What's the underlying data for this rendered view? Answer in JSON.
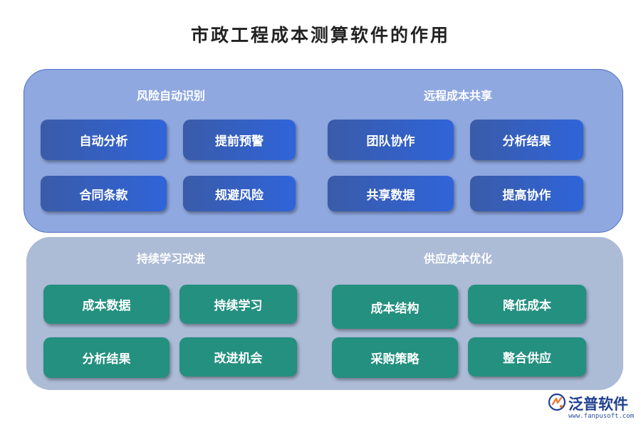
{
  "title": "市政工程成本测算软件的作用",
  "sections": {
    "risk": {
      "title": "风险自动识别",
      "items": [
        "自动分析",
        "提前预警",
        "合同条款",
        "规避风险"
      ]
    },
    "share": {
      "title": "远程成本共享",
      "items": [
        "团队协作",
        "分析结果",
        "共享数据",
        "提高协作"
      ]
    },
    "learn": {
      "title": "持续学习改进",
      "items": [
        "成本数据",
        "持续学习",
        "分析结果",
        "改进机会"
      ]
    },
    "supply": {
      "title": "供应成本优化",
      "items": [
        "成本结构",
        "降低成本",
        "采购策略",
        "整合供应"
      ]
    }
  },
  "logo": {
    "name": "泛普软件",
    "url": "www.fanpusoft.com",
    "icon": "fanpu-logo-icon"
  },
  "colors": {
    "top_panel": "#8fa8e0",
    "bottom_panel": "#acbbd6",
    "blue_button": "#2f64d9",
    "green_button": "#24907f"
  }
}
